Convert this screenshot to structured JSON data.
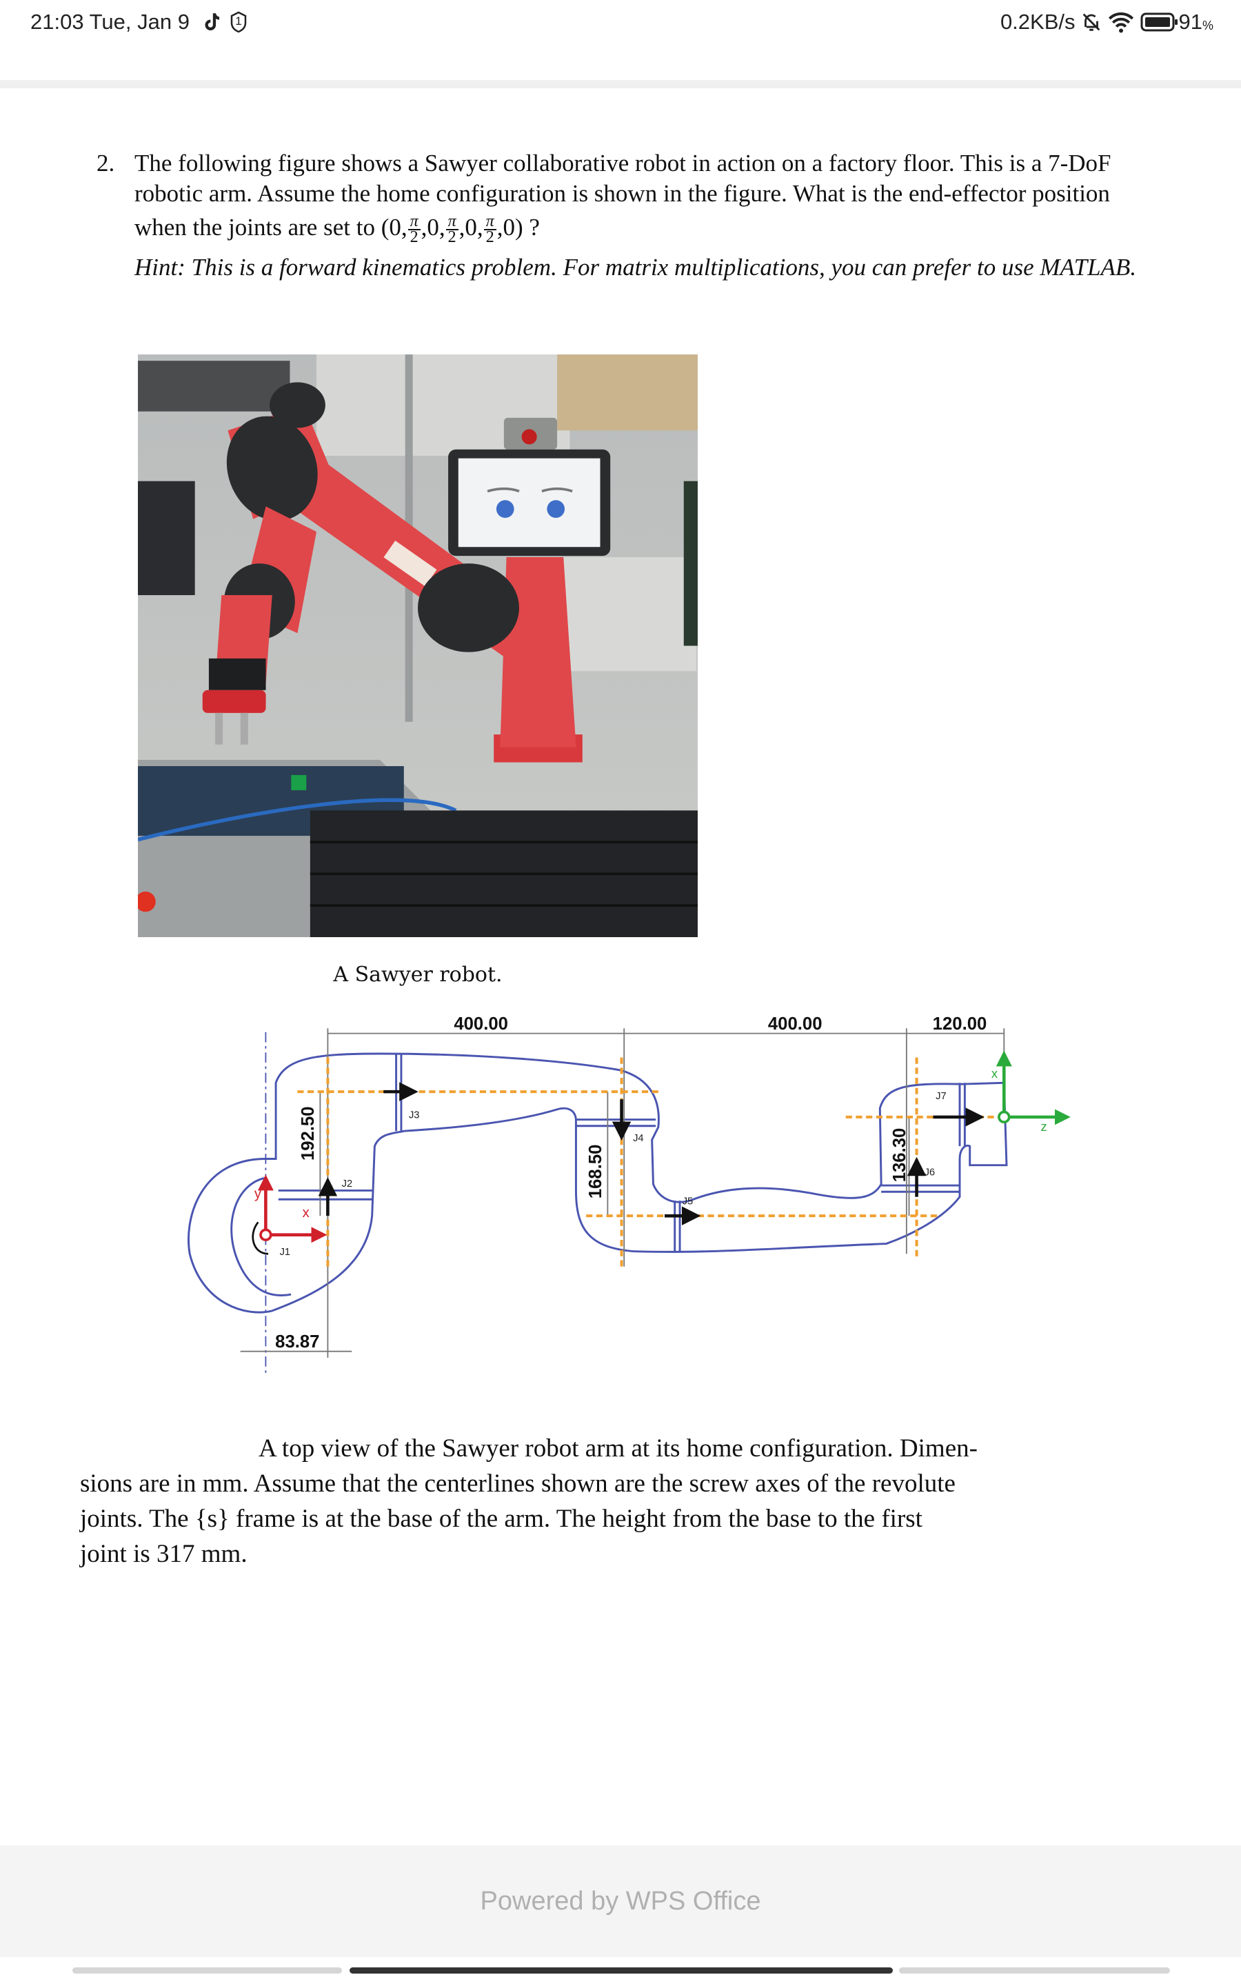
{
  "status_bar": {
    "time_date": "21:03 Tue, Jan 9",
    "notification_badge": "1",
    "net_speed": "0.2KB/s",
    "battery": "91",
    "battery_unit": "%",
    "icons": [
      "tiktok-icon",
      "shield-icon",
      "mute-bell-icon",
      "wifi-icon",
      "battery-icon"
    ]
  },
  "question": {
    "number": "2.",
    "line1": "The following figure shows a Sawyer collaborative robot in action on a factory floor. This is a 7-DoF",
    "line2": "robotic arm. Assume the home configuration is shown in the figure. What is the end-effector position",
    "line3_prefix": "when the joints are set to",
    "tuple": {
      "open": "(",
      "zero": "0",
      "sep": ",",
      "pi": "π",
      "two": "2",
      "close": ")",
      "tail": " ?"
    },
    "hint": "Hint: This is a forward kinematics problem. For matrix multiplications, you can prefer to use MATLAB."
  },
  "figure1": {
    "caption": "A Sawyer robot."
  },
  "figure2": {
    "dims": {
      "d1": "400.00",
      "d2": "400.00",
      "d3": "120.00",
      "d4": "83.87",
      "v1": "192.50",
      "v2": "168.50",
      "v3": "136.30"
    },
    "joints": [
      "J1",
      "J2",
      "J3",
      "J4",
      "J5",
      "J6",
      "J7"
    ],
    "base_axes": {
      "x": "x",
      "y": "y",
      "color": "#d0202a"
    },
    "tool_axes": {
      "x": "x",
      "z": "z",
      "color": "#2aaa3a"
    },
    "outline_color": "#4a55b0",
    "axis_color": "#f0a030",
    "caption_lines": [
      "A top view of the Sawyer robot arm at its home configuration. Dimen-",
      "sions are in mm. Assume that the centerlines shown are the screw axes of the revolute",
      "joints. The {s} frame is at the base of the arm. The height from the base to the first",
      "joint is 317 mm."
    ]
  },
  "footer": {
    "text": "Powered by WPS Office"
  }
}
